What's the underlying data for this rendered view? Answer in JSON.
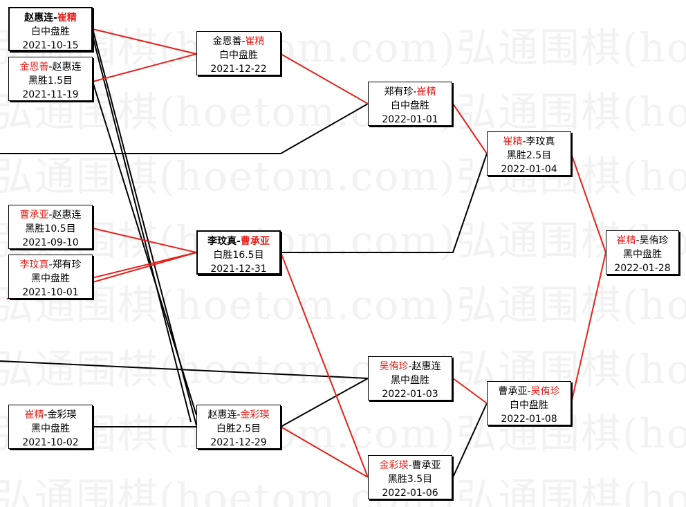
{
  "watermark_text": "弘通围棋(hoetom.com)",
  "colors": {
    "win": "#e8201a",
    "normal": "#000000",
    "watermark": "#f2f2f2"
  },
  "matches": {
    "r1_1": {
      "p1": "赵惠连",
      "p2": "崔精",
      "winner": 2,
      "result": "白中盘胜",
      "date": "2021-10-15"
    },
    "r1_2": {
      "p1": "金恩善",
      "p2": "赵惠连",
      "winner": 1,
      "result": "黑胜1.5目",
      "date": "2021-11-19"
    },
    "r1_3": {
      "p1": "曹承亚",
      "p2": "赵惠连",
      "winner": 1,
      "result": "黑胜10.5目",
      "date": "2021-09-10"
    },
    "r1_4": {
      "p1": "李玟真",
      "p2": "郑有珍",
      "winner": 1,
      "result": "黑中盘胜",
      "date": "2021-10-01"
    },
    "r1_5": {
      "p1": "崔精",
      "p2": "金彩瑛",
      "winner": 1,
      "result": "黑中盘胜",
      "date": "2021-10-02"
    },
    "r2_1": {
      "p1": "金恩善",
      "p2": "崔精",
      "winner": 2,
      "result": "白中盘胜",
      "date": "2021-12-22"
    },
    "r2_2": {
      "p1": "李玟真",
      "p2": "曹承亚",
      "winner": 2,
      "result": "白胜16.5目",
      "date": "2021-12-31"
    },
    "r2_3": {
      "p1": "赵惠连",
      "p2": "金彩瑛",
      "winner": 2,
      "result": "白胜2.5目",
      "date": "2021-12-29"
    },
    "r3_1": {
      "p1": "郑有珍",
      "p2": "崔精",
      "winner": 2,
      "result": "白中盘胜",
      "date": "2022-01-01"
    },
    "r3_2": {
      "p1": "吴侑珍",
      "p2": "赵惠连",
      "winner": 1,
      "result": "黑中盘胜",
      "date": "2022-01-03"
    },
    "r3_3": {
      "p1": "金彩瑛",
      "p2": "曹承亚",
      "winner": 1,
      "result": "黑胜3.5目",
      "date": "2022-01-06"
    },
    "r4_1": {
      "p1": "崔精",
      "p2": "李玟真",
      "winner": 1,
      "result": "黑胜2.5目",
      "date": "2022-01-04"
    },
    "r4_2": {
      "p1": "曹承亚",
      "p2": "吴侑珍",
      "winner": 2,
      "result": "白中盘胜",
      "date": "2022-01-08"
    },
    "final": {
      "p1": "崔精",
      "p2": "吴侑珍",
      "winner": 1,
      "result": "黑中盘胜",
      "date": "2022-01-28"
    }
  }
}
